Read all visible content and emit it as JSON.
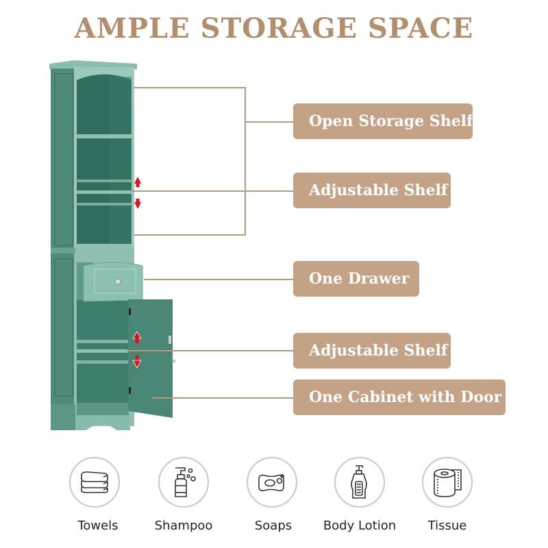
{
  "title": "AMPLE STORAGE SPACE",
  "features": [
    {
      "label": "Open Storage Shelf"
    },
    {
      "label": "Adjustable Shelf"
    },
    {
      "label": "One Drawer"
    },
    {
      "label": "Adjustable Shelf"
    },
    {
      "label": "One Cabinet with Door"
    }
  ],
  "uses": [
    {
      "label": "Towels",
      "icon": "towels-icon"
    },
    {
      "label": "Shampoo",
      "icon": "shampoo-icon"
    },
    {
      "label": "Soaps",
      "icon": "soap-icon"
    },
    {
      "label": "Body Lotion",
      "icon": "body-lotion-icon"
    },
    {
      "label": "Tissue",
      "icon": "tissue-icon"
    }
  ],
  "colors": {
    "accent": "#c4a285",
    "title": "#b28e6c",
    "cabinet": "#5f9a8a",
    "arrow": "#e0101a"
  }
}
